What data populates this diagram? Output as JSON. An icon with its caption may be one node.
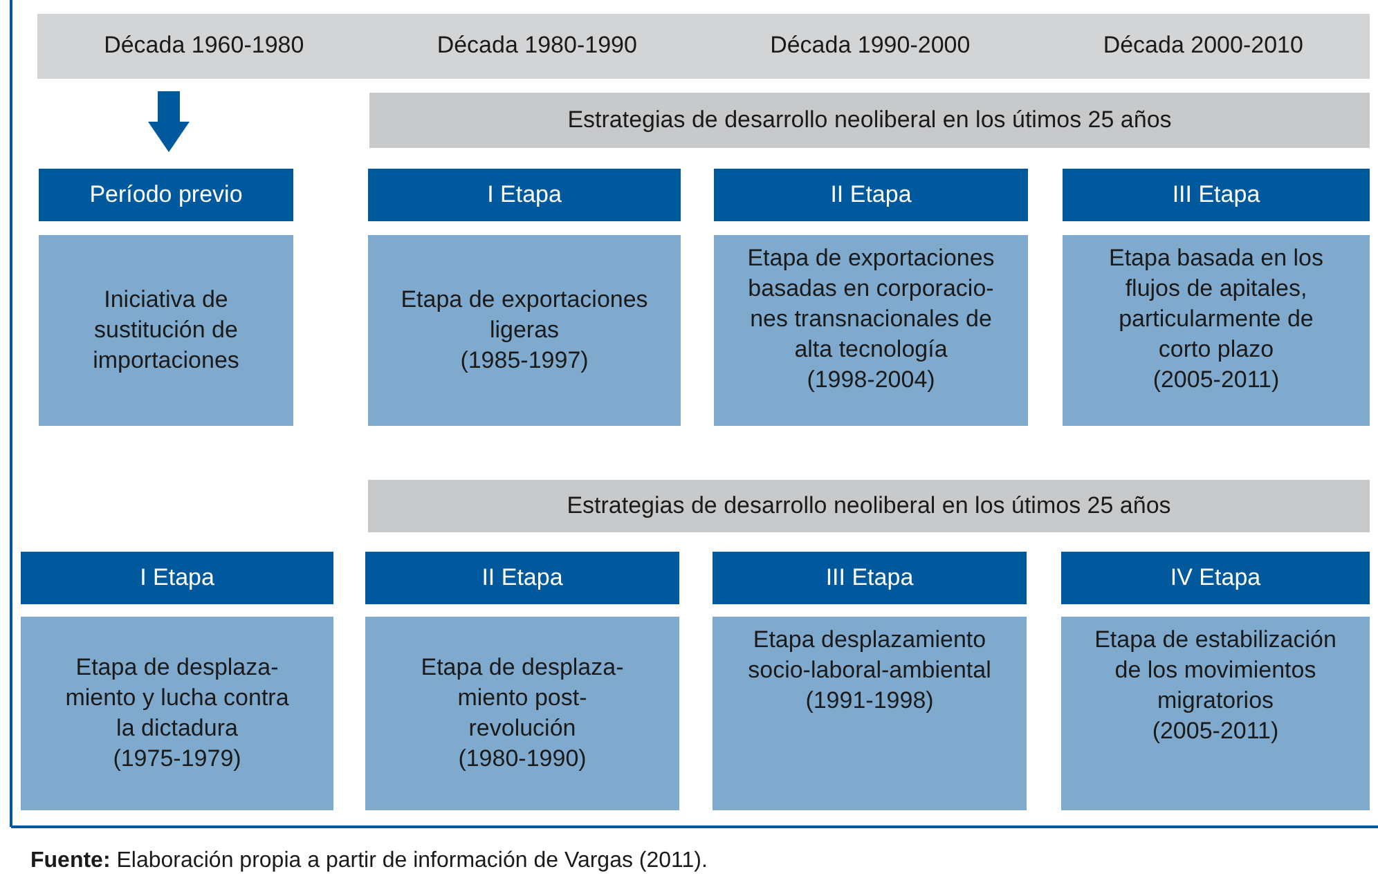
{
  "diagram": {
    "caption": "**Fuente:** Elaboración propia a partir de información de Vargas (2011).",
    "nodes": [
      {
        "text": [
          "Década 1960-1980",
          "Década 1980-1990",
          "Década 1990-2000",
          "Década 2000-2010"
        ]
      },
      {
        "text": [
          "Estrategias de desarrollo neoliberal en los útimos 25 años"
        ]
      },
      {
        "text": [
          "Período previo"
        ]
      },
      {
        "text": [
          "Iniciativa de sustitución de importaciones"
        ]
      },
      {
        "text": [
          "I Etapa"
        ]
      },
      {
        "text": [
          "Etapa de exportaciones ligeras",
          "(1985-1997)"
        ]
      },
      {
        "text": [
          "II Etapa"
        ]
      },
      {
        "text": [
          "Etapa de exportaciones basadas en corporacio- nes transnacionales de alta tecnología",
          "(1998-2004)"
        ]
      },
      {
        "text": [
          "III Etapa"
        ]
      },
      {
        "text": [
          "Etapa basada en los flujos de apitales, particularmente de corto plazo",
          "(2005-2011)"
        ]
      },
      {
        "text": [
          "Estrategias de desarrollo neoliberal en los útimos 25 años"
        ]
      },
      {
        "text": [
          "I Etapa"
        ]
      },
      {
        "text": [
          "Etapa de desplaza- miento y lucha contra la dictadura",
          "(1975-1979)"
        ]
      },
      {
        "text": [
          "II Etapa"
        ]
      },
      {
        "text": [
          "Etapa de desplaza- miento post- revolución",
          "(1980-1990)"
        ]
      },
      {
        "text": [
          "III Etapa"
        ]
      },
      {
        "text": [
          "Etapa desplazamiento socio-laboral-ambiental",
          "(1991-1998)"
        ]
      },
      {
        "text": [
          "IV Etapa"
        ]
      },
      {
        "text": [
          "Etapa de estabilización de los movimientos migratorios",
          "(2005-2011)"
        ]
      }
    ],
    "edges": [
      {
        "from": 0,
        "to": 2,
        "arrow": "to"
      }
    ]
  }
}
